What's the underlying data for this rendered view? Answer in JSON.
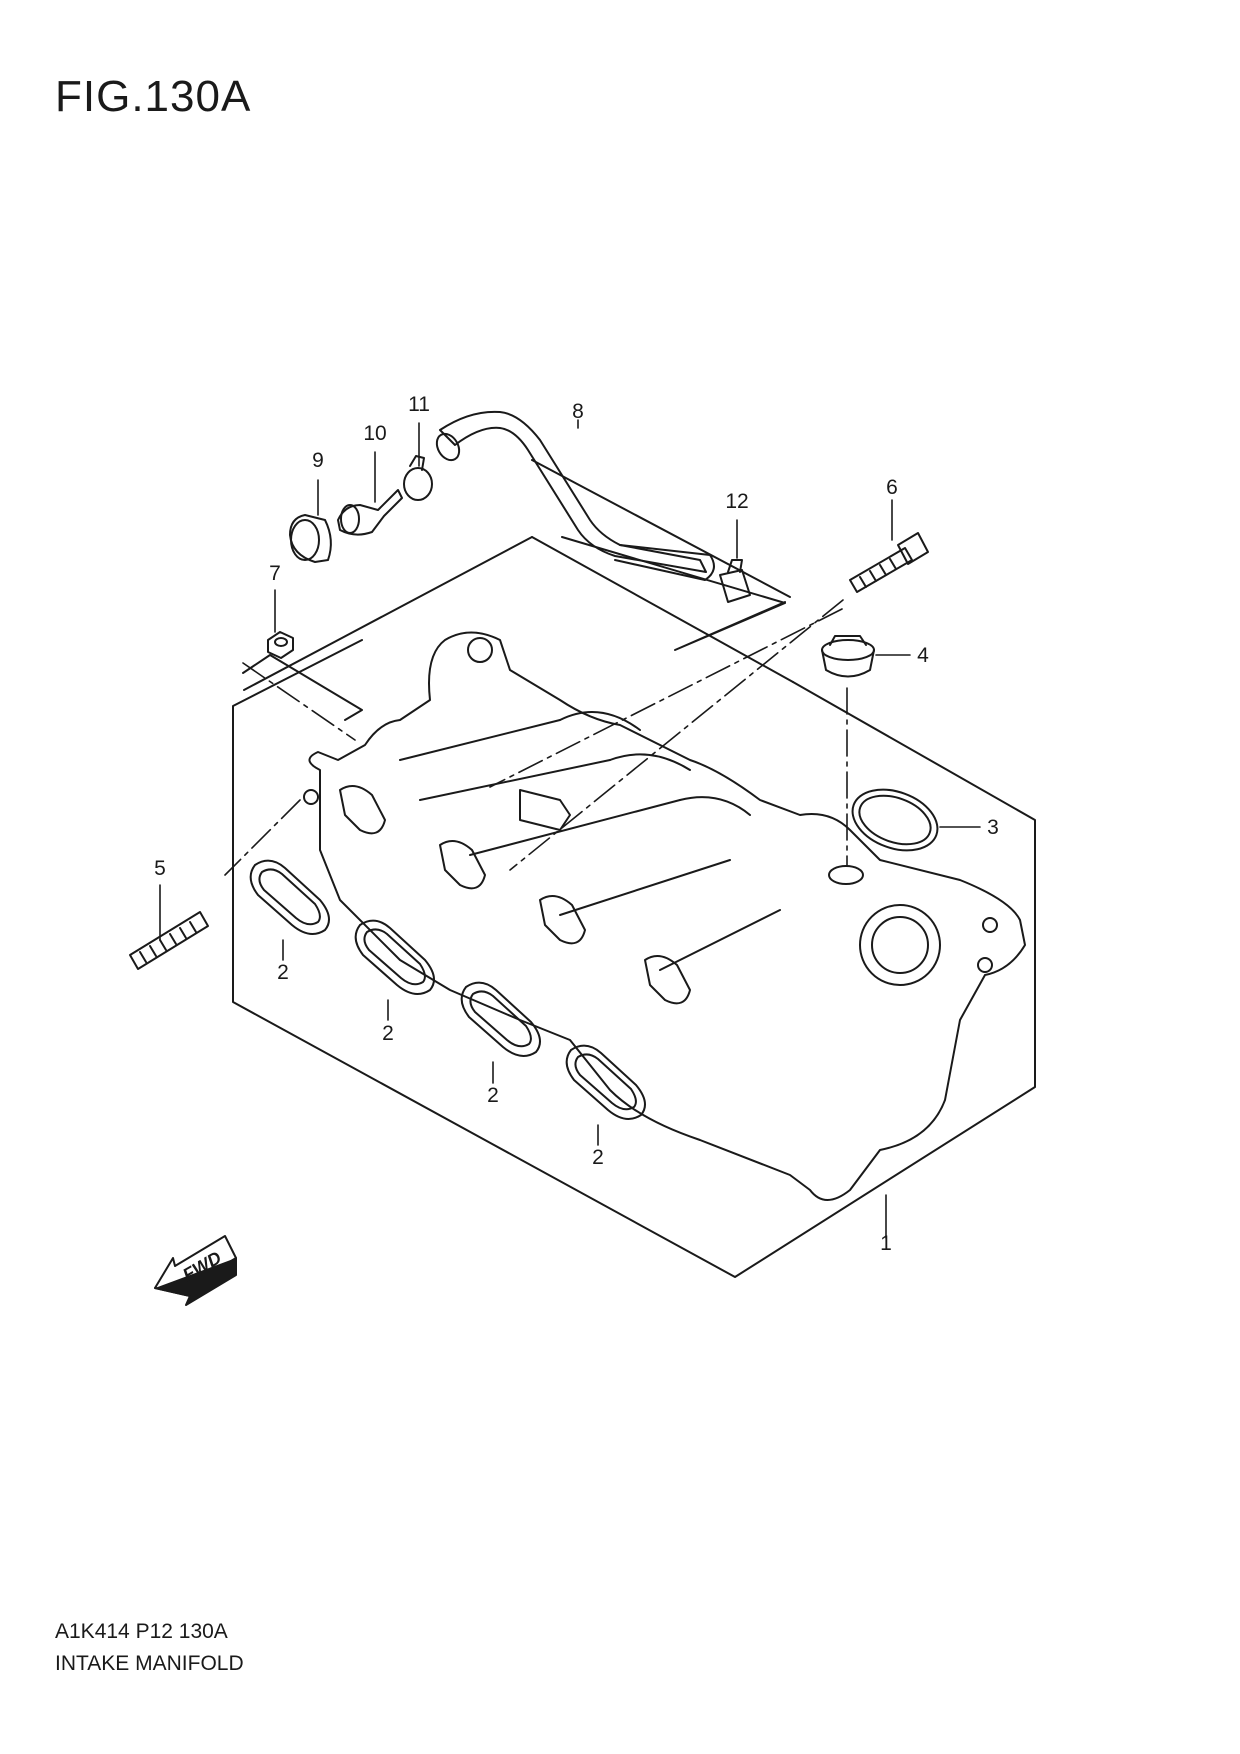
{
  "figure": {
    "title": "FIG.130A",
    "code": "A1K414 P12 130A",
    "name": "INTAKE MANIFOLD",
    "direction_label": "FWD"
  },
  "callouts": {
    "c1": "1",
    "c2a": "2",
    "c2b": "2",
    "c2c": "2",
    "c2d": "2",
    "c3": "3",
    "c4": "4",
    "c5": "5",
    "c6": "6",
    "c7": "7",
    "c8": "8",
    "c9": "9",
    "c10": "10",
    "c11": "11",
    "c12": "12"
  },
  "colors": {
    "line": "#1a1a1a",
    "background": "#ffffff"
  }
}
